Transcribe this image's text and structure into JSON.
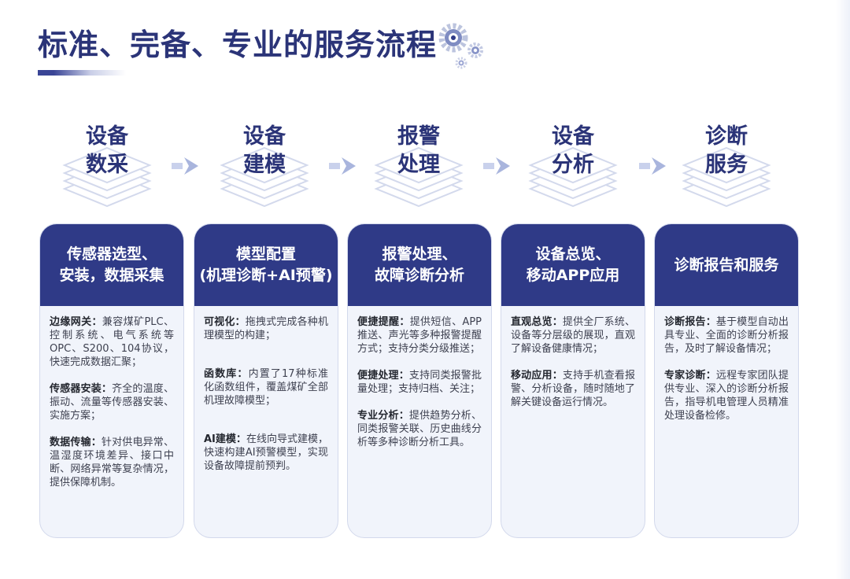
{
  "title": "标准、完备、专业的服务流程",
  "colors": {
    "primary": "#2f3a87",
    "title": "#2b3478",
    "card_bg": "#f1f4fb",
    "arrow": "#a9b5dd"
  },
  "icons": {
    "title_decoration": "gears-icon",
    "connector": "chevron-arrow-icon",
    "step_background": "layered-diamond-icon"
  },
  "steps": [
    {
      "line1": "设备",
      "line2": "数采"
    },
    {
      "line1": "设备",
      "line2": "建模"
    },
    {
      "line1": "报警",
      "line2": "处理"
    },
    {
      "line1": "设备",
      "line2": "分析"
    },
    {
      "line1": "诊断",
      "line2": "服务"
    }
  ],
  "cards": [
    {
      "header": [
        "传感器选型、",
        "安装，数据采集"
      ],
      "items": [
        {
          "label": "边缘网关：",
          "text": "兼容煤矿PLC、控制系统、电气系统等OPC、S200、104协议，快速完成数据汇聚；"
        },
        {
          "label": "传感器安装：",
          "text": "齐全的温度、振动、流量等传感器安装、实施方案；"
        },
        {
          "label": "数据传输：",
          "text": "针对供电异常、温湿度环境差异、接口中断、网络异常等复杂情况，提供保障机制。"
        }
      ]
    },
    {
      "header": [
        "模型配置",
        "(机理诊断+AI预警)"
      ],
      "items": [
        {
          "label": "可视化：",
          "text": "拖拽式完成各种机理模型的构建；"
        },
        {
          "label": "函数库：",
          "text": "内置了17种标准化函数组件，覆盖煤矿全部机理故障模型；"
        },
        {
          "label": "AI建模：",
          "text": "在线向导式建模，快速构建AI预警模型，实现设备故障提前预判。"
        }
      ]
    },
    {
      "header": [
        "报警处理、",
        "故障诊断分析"
      ],
      "items": [
        {
          "label": "便捷提醒：",
          "text": "提供短信、APP推送、声光等多种报警提醒方式；支持分类分级推送；"
        },
        {
          "label": "便捷处理：",
          "text": "支持同类报警批量处理；支持归档、关注；"
        },
        {
          "label": "专业分析：",
          "text": "提供趋势分析、同类报警关联、历史曲线分析等多种诊断分析工具。"
        }
      ]
    },
    {
      "header": [
        "设备总览、",
        "移动APP应用"
      ],
      "items": [
        {
          "label": "直观总览：",
          "text": "提供全厂系统、设备等分层级的展现，直观了解设备健康情况；"
        },
        {
          "label": "移动应用：",
          "text": "支持手机查看报警、分析设备，随时随地了解关键设备运行情况。"
        }
      ]
    },
    {
      "header": [
        "诊断报告和服务"
      ],
      "items": [
        {
          "label": "诊断报告：",
          "text": "基于模型自动出具专业、全面的诊断分析报告，及时了解设备情况；"
        },
        {
          "label": "专家诊断：",
          "text": "远程专家团队提供专业、深入的诊断分析报告，指导机电管理人员精准处理设备检修。"
        }
      ]
    }
  ]
}
